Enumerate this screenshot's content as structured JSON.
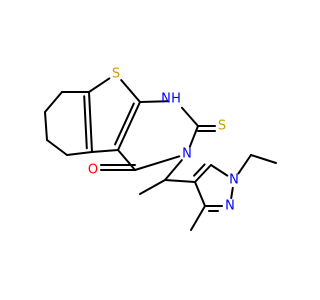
{
  "molecule": {
    "atoms": {
      "S_thio": {
        "text": "S",
        "color": "#C8A000"
      },
      "NH": {
        "text": "H",
        "color": "#0000FF"
      },
      "N1": {
        "text": "N",
        "color": "#0000FF"
      },
      "S_exo": {
        "text": "S",
        "color": "#C8A000"
      },
      "N3": {
        "text": "N",
        "color": "#0000FF"
      },
      "O": {
        "text": "O",
        "color": "#FF0000"
      },
      "Npz1": {
        "text": "N",
        "color": "#0000FF"
      },
      "Npz2": {
        "text": "N",
        "color": "#0000FF"
      }
    }
  }
}
